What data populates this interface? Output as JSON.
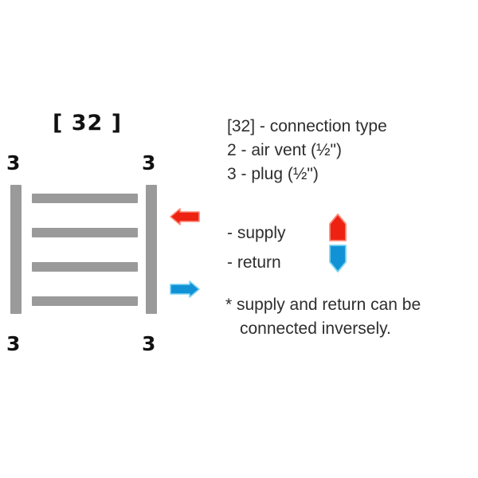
{
  "figure": {
    "title_label": "[ 32 ]",
    "corner_labels": {
      "top_left": "3",
      "top_right": "3",
      "bottom_left": "3",
      "bottom_right": "3"
    },
    "colors": {
      "radiator_gray": "#9a9a9a",
      "supply_red": "#ee2211",
      "return_blue": "#1292d6",
      "text_dark": "#2e2e2e"
    },
    "tube_count": 4
  },
  "legend": {
    "connection": {
      "line_1": "[32] - connection type",
      "line_2": "2 - air vent (½\")",
      "line_3": "3 - plug (½\")"
    },
    "flow": {
      "supply_label": "- supply",
      "return_label": "- return",
      "supply_icon": "arrow-up-icon",
      "return_icon": "arrow-down-icon"
    },
    "note": {
      "line_1": "* supply and return can be",
      "line_2": "connected inversely."
    },
    "side_icons": {
      "supply_icon": "arrow-left-icon",
      "return_icon": "arrow-right-icon"
    }
  }
}
